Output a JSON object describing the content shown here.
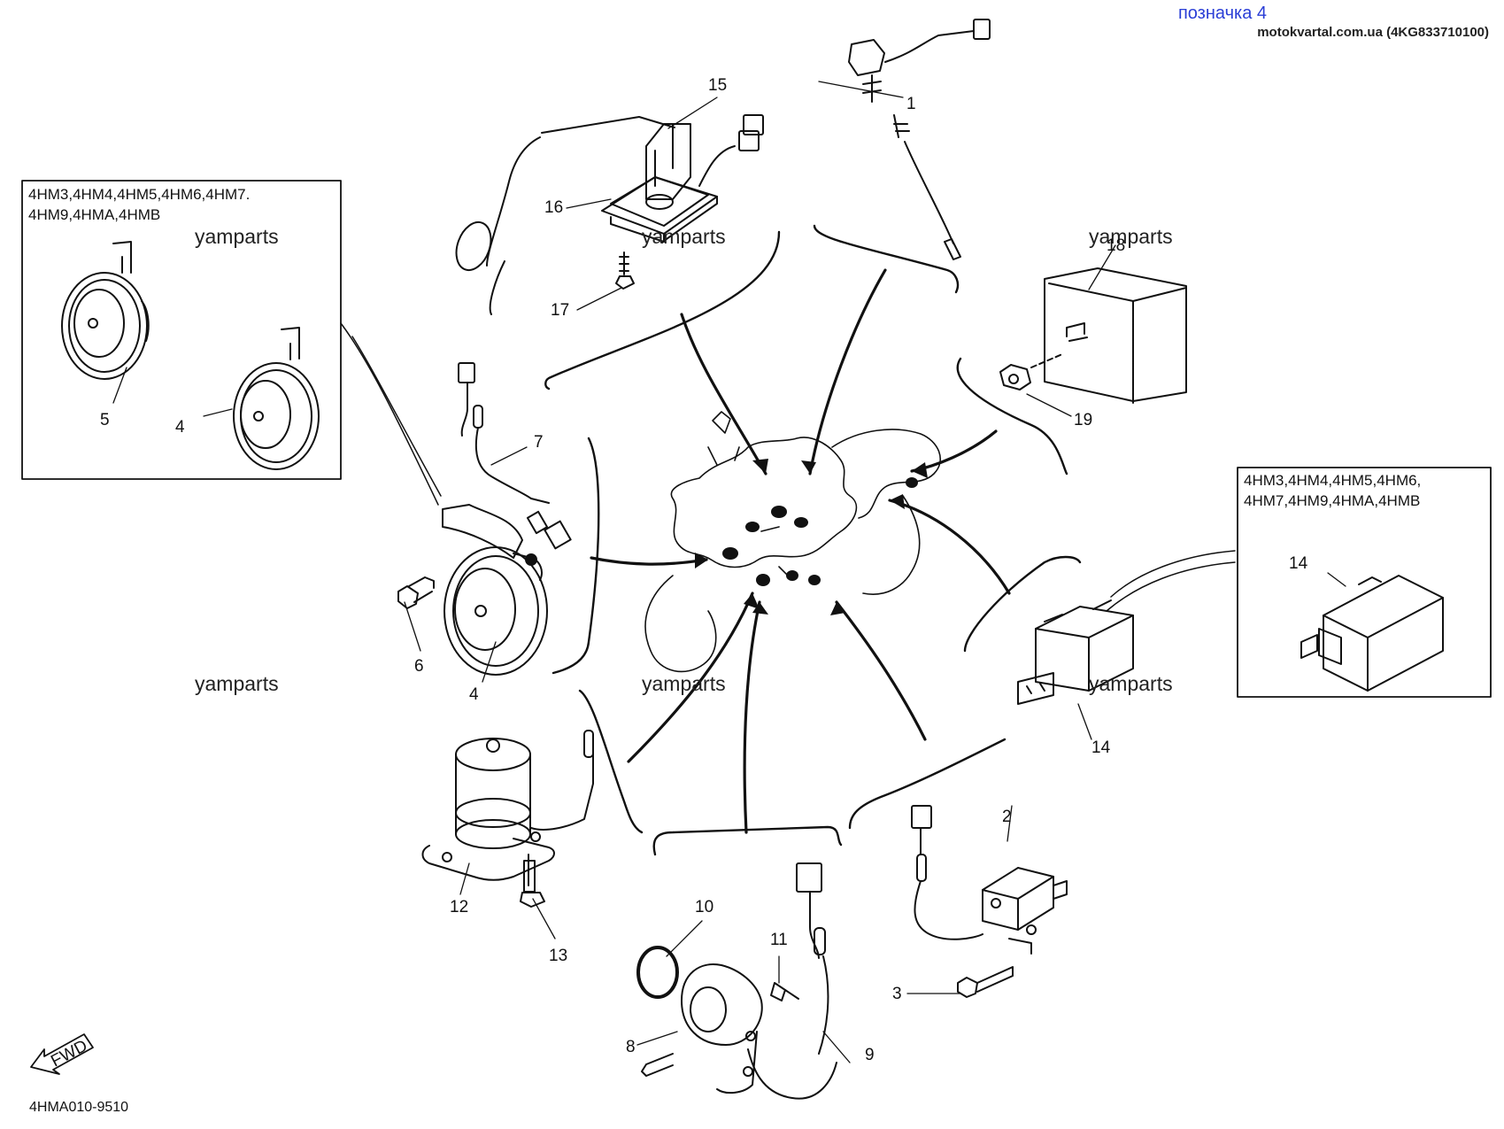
{
  "header": {
    "badge": "позначка 4",
    "source": "motokvartal.com.ua (4KG833710100)"
  },
  "diagram_code": "4HMA010-9510",
  "fwd_label": "FWD",
  "watermark": "yamparts",
  "inset_left": {
    "line1": "4HM3,4HM4,4HM5,4HM6,4HM7.",
    "line2": "4HM9,4HMA,4HMB"
  },
  "inset_right": {
    "line1": "4HM3,4HM4,4HM5,4HM6,",
    "line2": "4HM7,4HM9,4HMA,4HMB"
  },
  "callouts": [
    "1",
    "2",
    "3",
    "4",
    "4",
    "4",
    "5",
    "6",
    "7",
    "8",
    "9",
    "10",
    "11",
    "12",
    "13",
    "14",
    "14",
    "15",
    "16",
    "17",
    "18",
    "19"
  ]
}
